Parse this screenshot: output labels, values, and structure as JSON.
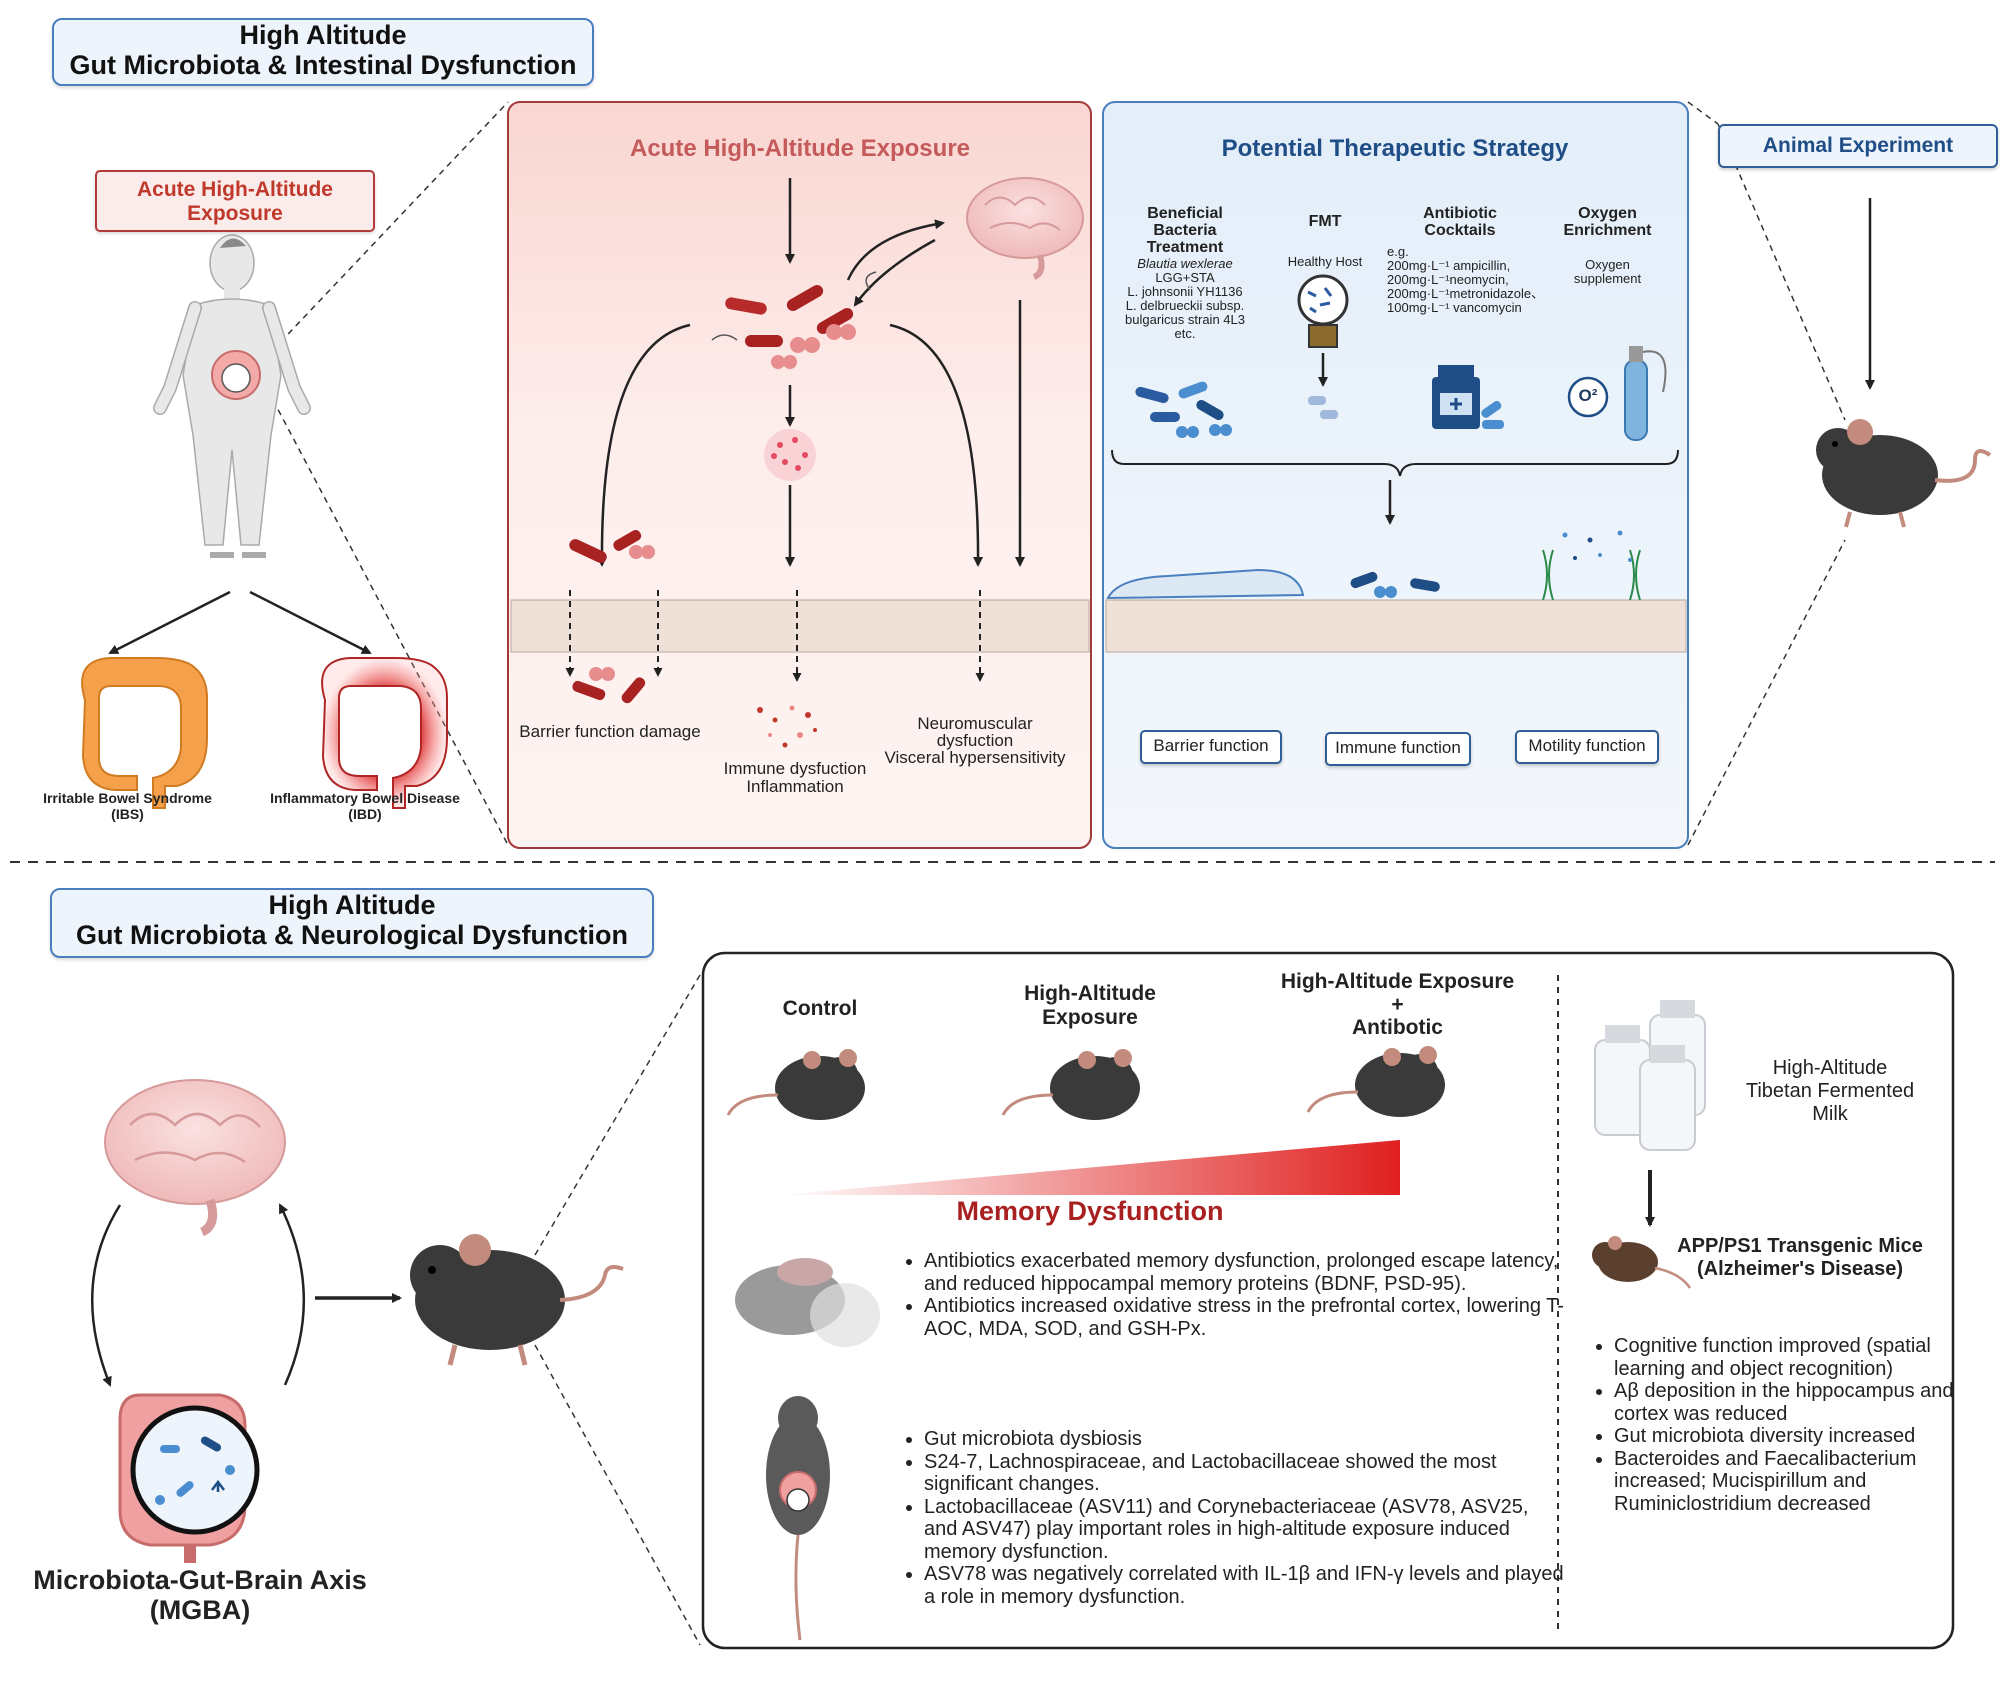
{
  "top_section": {
    "title_line1": "High Altitude",
    "title_line2": "Gut Microbiota & Intestinal Dysfunction",
    "exposure_tag_line1": "Acute High-Altitude",
    "exposure_tag_line2": "Exposure",
    "ibs_line1": "Irritable Bowel Syndrome",
    "ibs_line2": "(IBS)",
    "ibd_line1": "Inflammatory Bowel Disease",
    "ibd_line2": "(IBD)"
  },
  "acute_panel": {
    "title": "Acute High-Altitude Exposure",
    "barrier_damage": "Barrier function damage",
    "immune_line1": "Immune dysfuction",
    "immune_line2": "Inflammation",
    "neuro_line1": "Neuromuscular",
    "neuro_line2": "dysfuction",
    "neuro_line3": "Visceral hypersensitivity"
  },
  "therapy_panel": {
    "title": "Potential Therapeutic Strategy",
    "col1_title_line1": "Beneficial",
    "col1_title_line2": "Bacteria",
    "col1_title_line3": "Treatment",
    "col1_lines": [
      "Blautia wexlerae",
      "LGG+STA",
      "L. johnsonii YH1136",
      "L. delbrueckii subsp.",
      "bulgaricus strain 4L3",
      "etc."
    ],
    "col2_title": "FMT",
    "col2_text": "Healthy Host",
    "col3_title_line1": "Antibiotic",
    "col3_title_line2": "Cocktails",
    "col3_lines": [
      "e.g.",
      "200mg·L⁻¹ ampicillin,",
      "200mg·L⁻¹neomycin,",
      "200mg·L⁻¹metronidazole、",
      "100mg·L⁻¹ vancomycin"
    ],
    "col4_title_line1": "Oxygen",
    "col4_title_line2": "Enrichment",
    "col4_line1": "Oxygen",
    "col4_line2": "supplement",
    "o2_label": "O²",
    "barrier_function": "Barrier function",
    "immune_function": "Immune function",
    "motility_function": "Motility function"
  },
  "animal_experiment": "Animal Experiment",
  "bottom_section": {
    "title_line1": "High Altitude",
    "title_line2": "Gut Microbiota & Neurological Dysfunction",
    "mgba_line1": "Microbiota-Gut-Brain Axis",
    "mgba_line2": "(MGBA)"
  },
  "experiment_panel": {
    "control": "Control",
    "hae_line1": "High-Altitude",
    "hae_line2": "Exposure",
    "haea_line1": "High-Altitude Exposure",
    "haea_line2": "+",
    "haea_line3": "Antibotic",
    "memory_dysfunction": "Memory Dysfunction",
    "bullets_memory": [
      "Antibiotics exacerbated memory dysfunction, prolonged escape latency, and reduced hippocampal memory proteins (BDNF, PSD-95).",
      "Antibiotics increased oxidative stress in the prefrontal cortex, lowering T-AOC, MDA, SOD, and GSH-Px."
    ],
    "bullets_gut": [
      "Gut microbiota dysbiosis",
      "S24-7, Lachnospiraceae, and Lactobacillaceae showed the most significant changes.",
      " Lactobacillaceae (ASV11) and Corynebacteriaceae (ASV78, ASV25, and ASV47) play important roles in high-altitude exposure induced memory dysfunction.",
      "ASV78 was negatively correlated with IL-1β and IFN-γ levels and played a role in memory dysfunction."
    ],
    "milk_line1": "High-Altitude",
    "milk_line2": "Tibetan Fermented",
    "milk_line3": "Milk",
    "app_line1": "APP/PS1 Transgenic Mice",
    "app_line2": "(Alzheimer's Disease)",
    "bullets_app": [
      "Cognitive function improved (spatial learning and object recognition)",
      "Aβ deposition in the hippocampus and cortex was reduced",
      "Gut microbiota diversity increased",
      "Bacteroides and Faecalibacterium increased; Mucispirillum and Ruminiclostridium decreased"
    ]
  },
  "colors": {
    "accent_blue": "#4a7fbf",
    "accent_red": "#c0392b",
    "memory_red": "#a82020",
    "panel_red_bg": "#fbe9e7",
    "panel_blue_bg": "#eef4fb"
  }
}
